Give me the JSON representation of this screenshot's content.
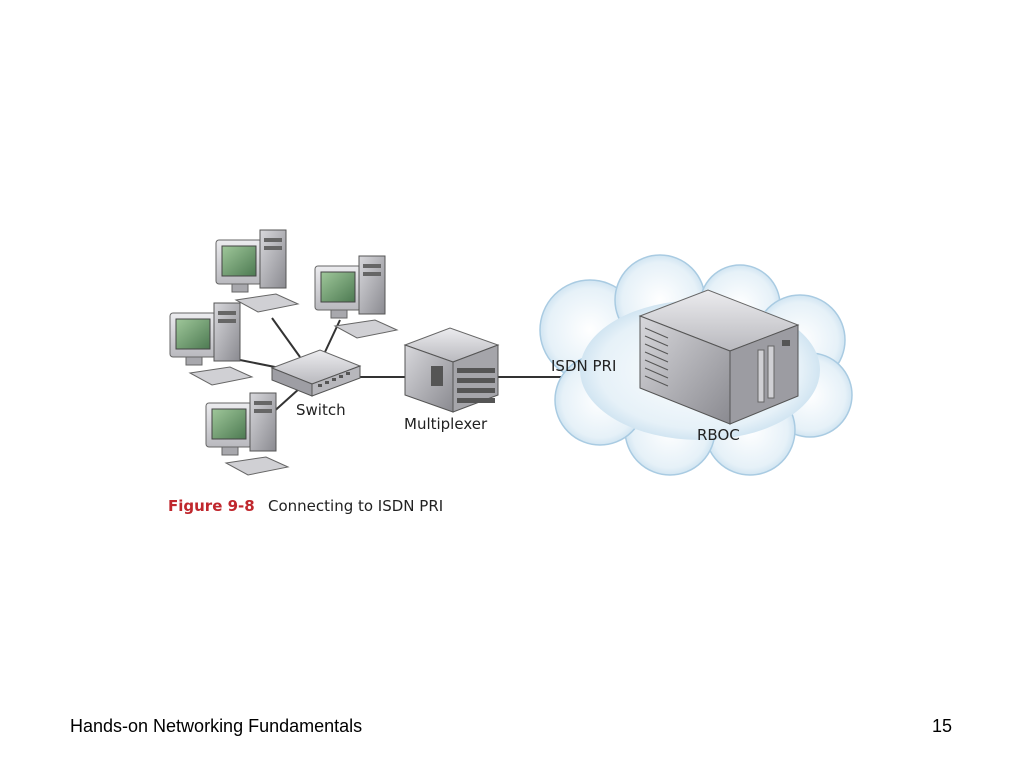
{
  "diagram": {
    "labels": {
      "switch": "Switch",
      "multiplexer": "Multiplexer",
      "isdn": "ISDN PRI",
      "rboc": "RBOC"
    },
    "caption": {
      "number": "Figure 9-8",
      "text": "Connecting to ISDN PRI"
    }
  },
  "footer": {
    "title": "Hands-on Networking Fundamentals",
    "page": "15"
  }
}
